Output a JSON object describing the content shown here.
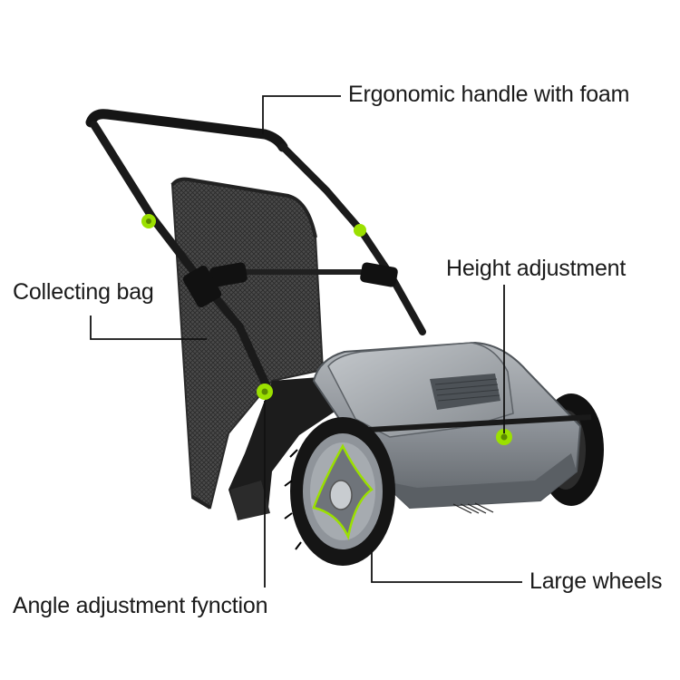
{
  "labels": {
    "handle": "Ergonomic handle with foam",
    "bag": "Collecting bag",
    "height": "Height adjustment",
    "angle": "Angle adjustment fynction",
    "wheels": "Large wheels"
  },
  "colors": {
    "background": "#ffffff",
    "text": "#1a1a1a",
    "leader_line": "#111111",
    "accent_green": "#9be000",
    "body_gray": "#8c9196",
    "frame_black": "#1c1c1c"
  },
  "icons": [
    "push-lawn-sweeper-illustration"
  ]
}
